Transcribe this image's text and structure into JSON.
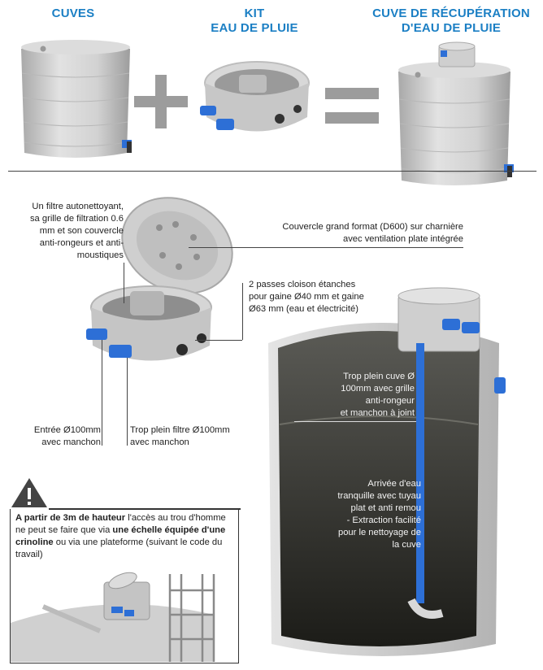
{
  "headers": {
    "cuves": "CUVES",
    "kit_line1": "KIT",
    "kit_line2": "EAU DE PLUIE",
    "result_line1": "CUVE DE RÉCUPÉRATION",
    "result_line2": "D'EAU DE PLUIE"
  },
  "operators": {
    "plus": "+",
    "equals": "="
  },
  "callouts": {
    "filter_lines": [
      "Un filtre autonettoyant,",
      "sa grille de filtration 0.6",
      "mm et son couvercle",
      "anti-rongeurs et anti-",
      "moustiques"
    ],
    "lid_lines": [
      "Couvercle grand format (D600) sur charnière",
      "avec ventilation plate intégrée"
    ],
    "passes_lines": [
      "2 passes cloison étanches",
      "pour gaine Ø40 mm et gaine",
      "Ø63 mm (eau et électricité)"
    ],
    "inlet_lines": [
      "Entrée Ø100mm",
      "avec manchon"
    ],
    "overflow_filter_lines": [
      "Trop plein filtre Ø100mm",
      "avec manchon"
    ],
    "overflow_tank_lines": [
      "Trop plein cuve Ø",
      "100mm avec grille",
      "anti-rongeur",
      "et manchon à joint"
    ],
    "inflow_lines": [
      "Arrivée d'eau",
      "tranquille avec tuyau",
      "plat et anti remou",
      "- Extraction facilité",
      "pour le nettoyage de",
      "la cuve"
    ]
  },
  "warning": {
    "icon": "warning-triangle-icon",
    "bold1": "A partir de 3m de hauteur",
    "text1": " l'accès au trou d'homme ne peut se faire que via ",
    "bold2": "une échelle équipée d'une crinoline",
    "text2": " ou via une plateforme (suivant le code du travail)"
  },
  "colors": {
    "accent_blue": "#1b7fc4",
    "fitting_blue": "#2d6fd6",
    "tank_grey": "#cfcfcf",
    "operator_grey": "#9c9c9c",
    "dark_interior": "#2b2b26"
  }
}
